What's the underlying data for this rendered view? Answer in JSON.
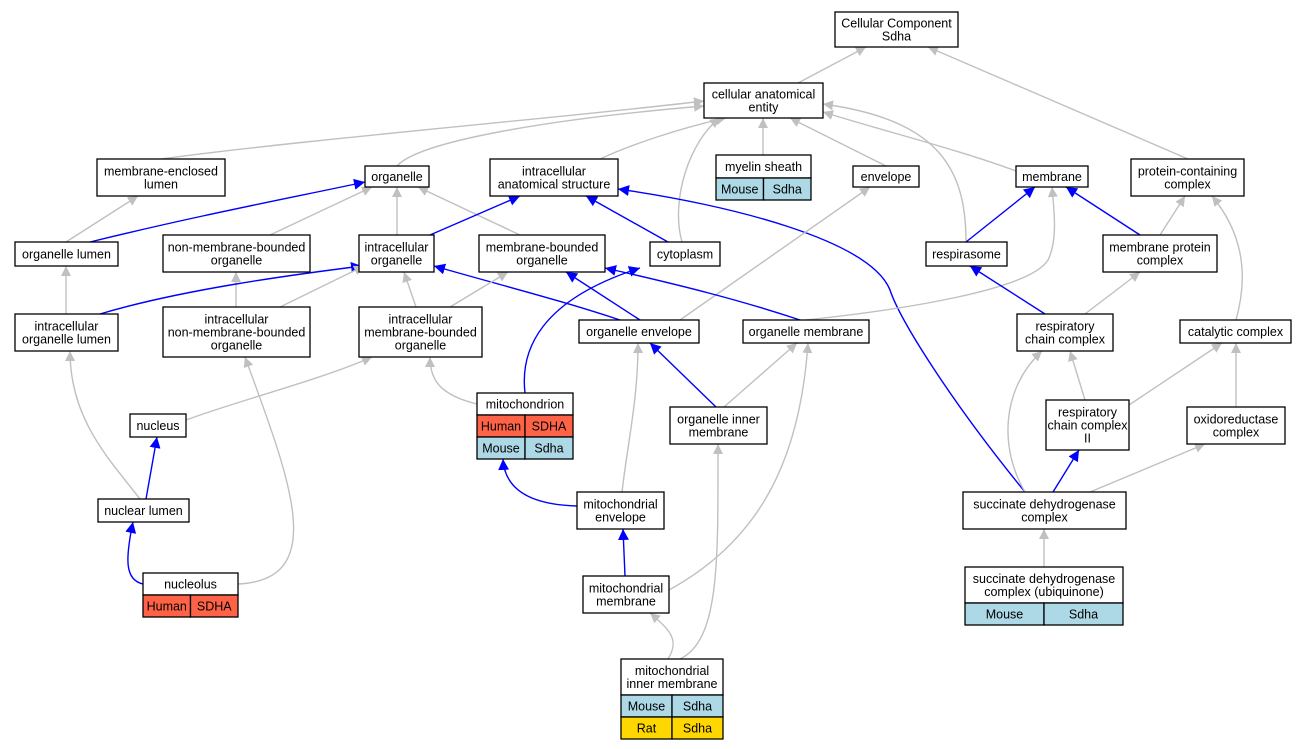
{
  "colors": {
    "gray_edge": "#c0c0c0",
    "blue_edge": "#0000ff",
    "human": "#ff6347",
    "mouse": "#add8e6",
    "rat": "#ffd700"
  },
  "nodes": [
    {
      "id": "cc",
      "lines": [
        "Cellular Component",
        "Sdha"
      ]
    },
    {
      "id": "cae",
      "lines": [
        "cellular anatomical",
        "entity"
      ]
    },
    {
      "id": "mel",
      "lines": [
        "membrane-enclosed",
        "lumen"
      ]
    },
    {
      "id": "org",
      "lines": [
        "organelle"
      ]
    },
    {
      "id": "ias",
      "lines": [
        "intracellular",
        "anatomical structure"
      ]
    },
    {
      "id": "mys",
      "lines": [
        "myelin sheath"
      ],
      "annot": [
        [
          "Mouse",
          "Sdha"
        ]
      ]
    },
    {
      "id": "env",
      "lines": [
        "envelope"
      ]
    },
    {
      "id": "mem",
      "lines": [
        "membrane"
      ]
    },
    {
      "id": "pcc",
      "lines": [
        "protein-containing",
        "complex"
      ]
    },
    {
      "id": "olu",
      "lines": [
        "organelle lumen"
      ]
    },
    {
      "id": "nmbo",
      "lines": [
        "non-membrane-bounded",
        "organelle"
      ]
    },
    {
      "id": "io",
      "lines": [
        "intracellular",
        "organelle"
      ]
    },
    {
      "id": "mbo",
      "lines": [
        "membrane-bounded",
        "organelle"
      ]
    },
    {
      "id": "cyt",
      "lines": [
        "cytoplasm"
      ]
    },
    {
      "id": "rsp",
      "lines": [
        "respirasome"
      ]
    },
    {
      "id": "mpc",
      "lines": [
        "membrane protein",
        "complex"
      ]
    },
    {
      "id": "iol",
      "lines": [
        "intracellular",
        "organelle lumen"
      ]
    },
    {
      "id": "inmbo",
      "lines": [
        "intracellular",
        "non-membrane-bounded",
        "organelle"
      ]
    },
    {
      "id": "imbo",
      "lines": [
        "intracellular",
        "membrane-bounded",
        "organelle"
      ]
    },
    {
      "id": "oenv",
      "lines": [
        "organelle envelope"
      ]
    },
    {
      "id": "omem",
      "lines": [
        "organelle membrane"
      ]
    },
    {
      "id": "rcc",
      "lines": [
        "respiratory",
        "chain complex"
      ]
    },
    {
      "id": "cat",
      "lines": [
        "catalytic complex"
      ]
    },
    {
      "id": "nuc",
      "lines": [
        "nucleus"
      ]
    },
    {
      "id": "mito",
      "lines": [
        "mitochondrion"
      ],
      "annot": [
        [
          "Human",
          "SDHA"
        ],
        [
          "Mouse",
          "Sdha"
        ]
      ]
    },
    {
      "id": "oim",
      "lines": [
        "organelle inner",
        "membrane"
      ]
    },
    {
      "id": "rcc2",
      "lines": [
        "respiratory",
        "chain complex",
        "II"
      ]
    },
    {
      "id": "oxr",
      "lines": [
        "oxidoreductase",
        "complex"
      ]
    },
    {
      "id": "nlu",
      "lines": [
        "nuclear lumen"
      ]
    },
    {
      "id": "menv",
      "lines": [
        "mitochondrial",
        "envelope"
      ]
    },
    {
      "id": "sdc",
      "lines": [
        "succinate dehydrogenase",
        "complex"
      ]
    },
    {
      "id": "nucl",
      "lines": [
        "nucleolus"
      ],
      "annot": [
        [
          "Human",
          "SDHA"
        ]
      ]
    },
    {
      "id": "mmem",
      "lines": [
        "mitochondrial",
        "membrane"
      ]
    },
    {
      "id": "sdcu",
      "lines": [
        "succinate dehydrogenase",
        "complex (ubiquinone)"
      ],
      "annot": [
        [
          "Mouse",
          "Sdha"
        ]
      ]
    },
    {
      "id": "mim",
      "lines": [
        "mitochondrial",
        "inner membrane"
      ],
      "annot": [
        [
          "Mouse",
          "Sdha"
        ],
        [
          "Rat",
          "Sdha"
        ]
      ]
    }
  ],
  "edges": [
    {
      "from": "cae",
      "to": "cc",
      "type": "gray"
    },
    {
      "from": "pcc",
      "to": "cc",
      "type": "gray"
    },
    {
      "from": "mel",
      "to": "cae",
      "type": "gray"
    },
    {
      "from": "org",
      "to": "cae",
      "type": "gray"
    },
    {
      "from": "ias",
      "to": "cae",
      "type": "gray"
    },
    {
      "from": "mys",
      "to": "cae",
      "type": "gray"
    },
    {
      "from": "env",
      "to": "cae",
      "type": "gray"
    },
    {
      "from": "mem",
      "to": "cae",
      "type": "gray"
    },
    {
      "from": "cyt",
      "to": "cae",
      "type": "gray"
    },
    {
      "from": "rsp",
      "to": "cae",
      "type": "gray"
    },
    {
      "from": "olu",
      "to": "mel",
      "type": "gray"
    },
    {
      "from": "olu",
      "to": "org",
      "type": "blue"
    },
    {
      "from": "nmbo",
      "to": "org",
      "type": "gray"
    },
    {
      "from": "io",
      "to": "org",
      "type": "gray"
    },
    {
      "from": "mbo",
      "to": "org",
      "type": "gray"
    },
    {
      "from": "io",
      "to": "ias",
      "type": "blue"
    },
    {
      "from": "cyt",
      "to": "ias",
      "type": "blue"
    },
    {
      "from": "sdc",
      "to": "ias",
      "type": "blue"
    },
    {
      "from": "oenv",
      "to": "env",
      "type": "gray"
    },
    {
      "from": "rsp",
      "to": "mem",
      "type": "blue"
    },
    {
      "from": "mpc",
      "to": "mem",
      "type": "blue"
    },
    {
      "from": "omem",
      "to": "mem",
      "type": "gray"
    },
    {
      "from": "mpc",
      "to": "pcc",
      "type": "gray"
    },
    {
      "from": "cat",
      "to": "pcc",
      "type": "gray"
    },
    {
      "from": "iol",
      "to": "olu",
      "type": "gray"
    },
    {
      "from": "inmbo",
      "to": "nmbo",
      "type": "gray"
    },
    {
      "from": "iol",
      "to": "io",
      "type": "blue"
    },
    {
      "from": "inmbo",
      "to": "io",
      "type": "gray"
    },
    {
      "from": "imbo",
      "to": "io",
      "type": "gray"
    },
    {
      "from": "oenv",
      "to": "io",
      "type": "blue"
    },
    {
      "from": "imbo",
      "to": "mbo",
      "type": "gray"
    },
    {
      "from": "oenv",
      "to": "mbo",
      "type": "blue"
    },
    {
      "from": "omem",
      "to": "mbo",
      "type": "blue"
    },
    {
      "from": "mito",
      "to": "cyt",
      "type": "blue"
    },
    {
      "from": "rcc",
      "to": "rsp",
      "type": "blue"
    },
    {
      "from": "rcc",
      "to": "mpc",
      "type": "gray"
    },
    {
      "from": "nlu",
      "to": "iol",
      "type": "gray"
    },
    {
      "from": "nucl",
      "to": "inmbo",
      "type": "gray"
    },
    {
      "from": "nuc",
      "to": "imbo",
      "type": "gray"
    },
    {
      "from": "mito",
      "to": "imbo",
      "type": "gray"
    },
    {
      "from": "menv",
      "to": "oenv",
      "type": "gray"
    },
    {
      "from": "oim",
      "to": "oenv",
      "type": "blue"
    },
    {
      "from": "oim",
      "to": "omem",
      "type": "gray"
    },
    {
      "from": "mmem",
      "to": "omem",
      "type": "gray"
    },
    {
      "from": "rcc2",
      "to": "rcc",
      "type": "gray"
    },
    {
      "from": "sdc",
      "to": "rcc",
      "type": "gray"
    },
    {
      "from": "rcc2",
      "to": "cat",
      "type": "gray"
    },
    {
      "from": "oxr",
      "to": "cat",
      "type": "gray"
    },
    {
      "from": "nlu",
      "to": "nuc",
      "type": "blue"
    },
    {
      "from": "menv",
      "to": "mito",
      "type": "blue"
    },
    {
      "from": "mim",
      "to": "oim",
      "type": "gray"
    },
    {
      "from": "sdc",
      "to": "rcc2",
      "type": "blue"
    },
    {
      "from": "sdc",
      "to": "oxr",
      "type": "gray"
    },
    {
      "from": "nucl",
      "to": "nlu",
      "type": "blue"
    },
    {
      "from": "mmem",
      "to": "menv",
      "type": "blue"
    },
    {
      "from": "sdcu",
      "to": "sdc",
      "type": "gray"
    },
    {
      "from": "mim",
      "to": "mmem",
      "type": "gray"
    }
  ]
}
